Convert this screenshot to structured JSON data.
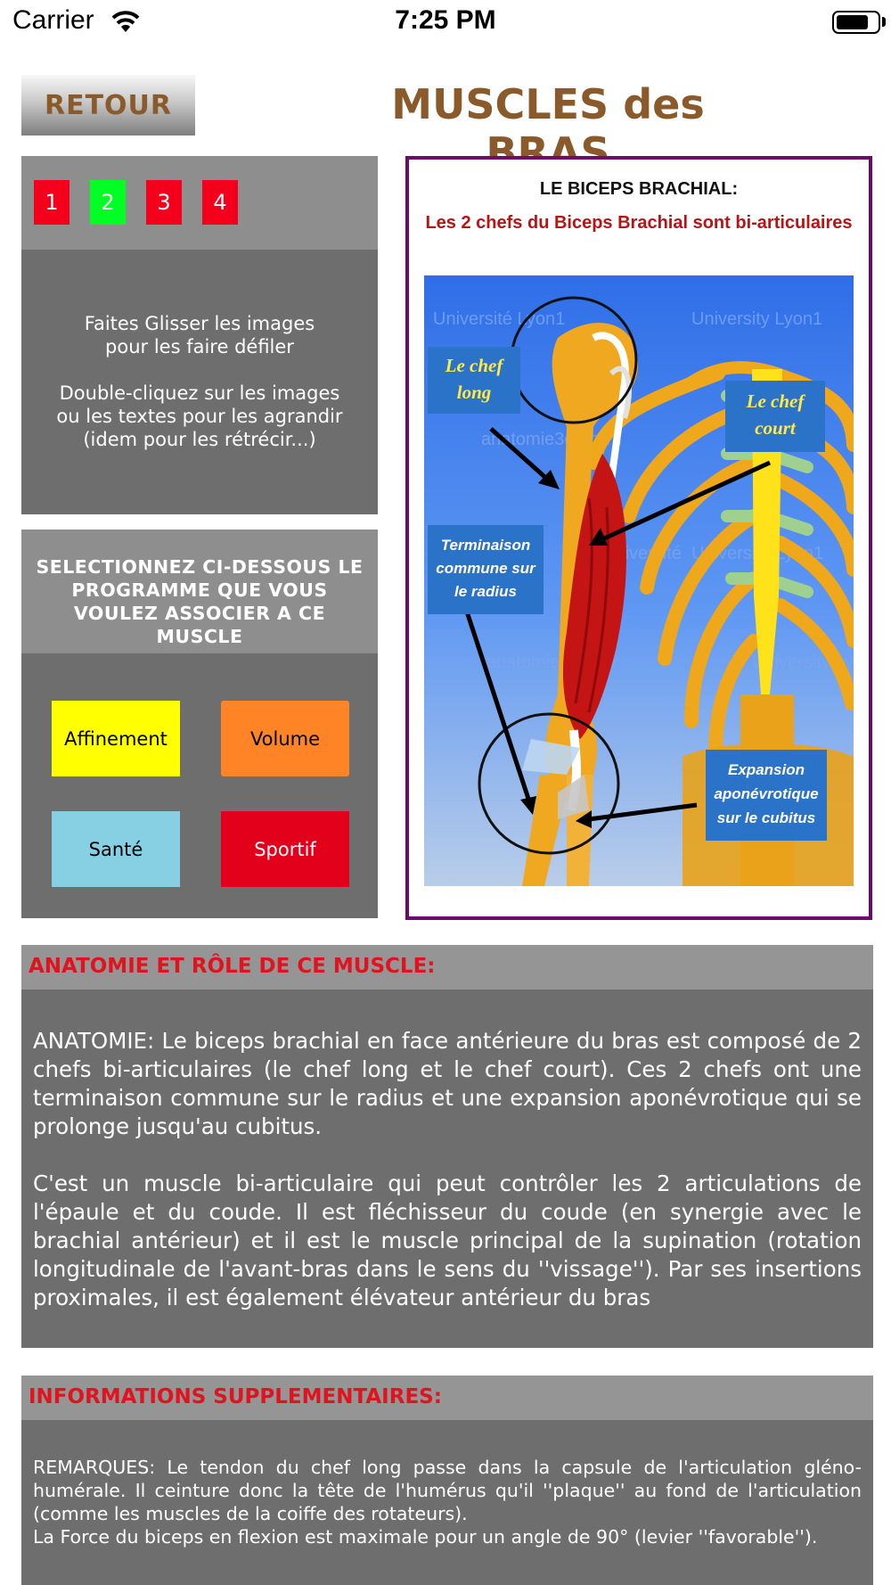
{
  "status_bar": {
    "carrier": "Carrier",
    "time": "7:25 PM",
    "battery_level": 0.8
  },
  "header": {
    "back_label": "RETOUR",
    "title": "MUSCLES des BRAS"
  },
  "image_tabs": [
    {
      "label": "1",
      "active": false
    },
    {
      "label": "2",
      "active": true
    },
    {
      "label": "3",
      "active": false
    },
    {
      "label": "4",
      "active": false
    }
  ],
  "colors": {
    "tab_active": "#00ff22",
    "tab_inactive": "#f5001c",
    "title_brown": "#8b5a2b",
    "frame_purple": "#6b0a6b",
    "section_red": "#e0131f"
  },
  "instructions": "Faites Glisser les images\npour les faire défiler\n\nDouble-cliquez sur les images\nou les textes pour les agrandir\n(idem pour les rétrécir...)",
  "program_select": {
    "heading": "SELECTIONNEZ CI-DESSOUS LE PROGRAMME QUE VOUS VOULEZ ASSOCIER A CE MUSCLE",
    "buttons": [
      {
        "label": "Affinement",
        "color": "#ffff00",
        "text_color": "#000000"
      },
      {
        "label": "Volume",
        "color": "#ff8426",
        "text_color": "#000000"
      },
      {
        "label": "Santé",
        "color": "#87cfe3",
        "text_color": "#000000"
      },
      {
        "label": "Sportif",
        "color": "#e2001a",
        "text_color": "#ffffff"
      }
    ]
  },
  "figure": {
    "title": "LE BICEPS BRACHIAL:",
    "subtitle": "Les 2 chefs du Biceps Brachial sont bi-articulaires",
    "labels": {
      "chef_long": "Le chef\nlong",
      "chef_court": "Le chef\ncourt",
      "terminaison": "Terminaison\ncommune sur\nle radius",
      "expansion": "Expansion\naponévrotique\nsur le cubitus"
    },
    "watermarks": {
      "w1": "Université Lyon1",
      "w2": "University Lyon1",
      "w3": "Université",
      "w4": "anatomie3d.univ-l",
      "w5": "Université Lyon1",
      "w6": "University Lyon1",
      "w7": "anatomie3d.univ"
    }
  },
  "anatomy": {
    "heading": "ANATOMIE ET RÔLE DE CE MUSCLE:",
    "text": "   ANATOMIE: Le biceps brachial en face antérieure du bras est composé de 2 chefs bi-articulaires (le chef long et le chef court). Ces 2 chefs ont une terminaison commune sur le radius et une expansion aponévrotique qui se prolonge jusqu'au cubitus.\n\n  C'est un muscle bi-articulaire qui peut contrôler les 2 articulations de l'épaule et du coude. Il est fléchisseur du coude (en synergie avec le brachial antérieur) et il est le muscle principal de la supination (rotation longitudinale de l'avant-bras dans le sens du ''vissage''). Par ses insertions proximales, il est également élévateur antérieur du bras"
  },
  "extra_info": {
    "heading": "INFORMATIONS SUPPLEMENTAIRES:",
    "text": "   REMARQUES: Le tendon du chef long passe dans la capsule de l'articulation gléno-humérale. Il ceinture donc la tête de l'humérus qu'il ''plaque'' au fond de l'articulation (comme les muscles de la coiffe des rotateurs).\n  La Force du biceps en flexion est maximale pour un angle de 90° (levier ''favorable'')."
  }
}
